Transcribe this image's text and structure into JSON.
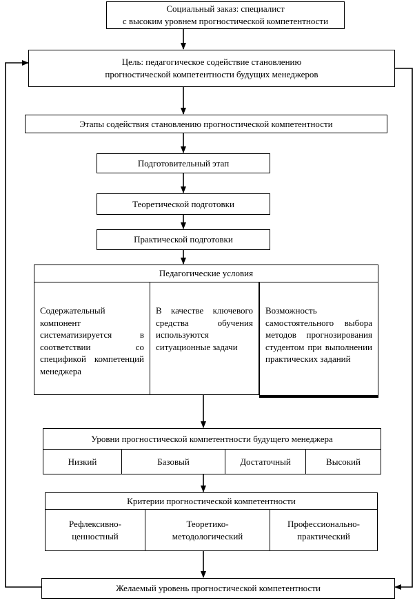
{
  "social_order": [
    "Социальный заказ: специалист",
    "с высоким уровнем прогностической компетентности"
  ],
  "goal": [
    "Цель: педагогическое содействие становлению",
    "прогностической компетентности будущих менеджеров"
  ],
  "stages_title": "Этапы содействия становлению прогностической компетентности",
  "stages": [
    "Подготовительный этап",
    "Теоретической подготовки",
    "Практической подготовки"
  ],
  "conditions": {
    "title": "Педагогические условия",
    "items": [
      "Содержательный компонент систематизируется в соответствии со спецификой компетенций менеджера",
      "В качестве ключевого средства обучения используются ситуационные задачи",
      "Возможность самостоятельного выбора методов прогнозирования студентом при выполнении практических заданий"
    ]
  },
  "levels": {
    "title": "Уровни прогностической компетентности будущего менеджера",
    "items": [
      "Низкий",
      "Базовый",
      "Достаточный",
      "Высокий"
    ]
  },
  "criteria": {
    "title": "Критерии прогностической компетентности",
    "items": [
      [
        "Рефлексивно-",
        "ценностный"
      ],
      [
        "Теоретико-",
        "методологический"
      ],
      [
        "Профессионально-",
        "практический"
      ]
    ]
  },
  "desired_level": "Желаемый уровень прогностической компетентности"
}
